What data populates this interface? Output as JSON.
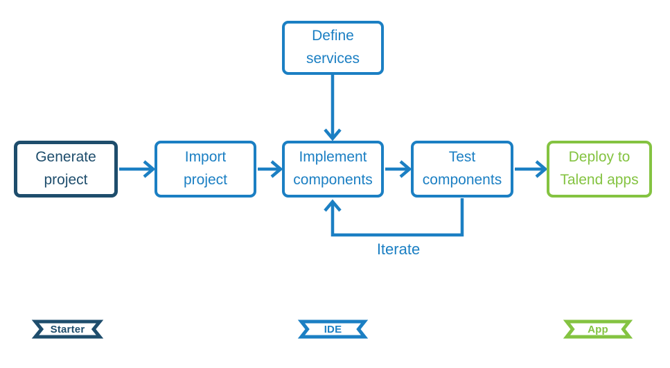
{
  "colors": {
    "blue": "#1b7fc3",
    "dark": "#1e4d6c",
    "green": "#84c341",
    "background": "#ffffff"
  },
  "flowchart": {
    "boxes": [
      {
        "id": "define-services",
        "label": "Define\nservices",
        "color": "blue"
      },
      {
        "id": "generate-project",
        "label": "Generate\nproject",
        "color": "dark"
      },
      {
        "id": "import-project",
        "label": "Import\nproject",
        "color": "blue"
      },
      {
        "id": "implement-components",
        "label": "Implement\ncomponents",
        "color": "blue"
      },
      {
        "id": "test-components",
        "label": "Test\ncomponents",
        "color": "blue"
      },
      {
        "id": "deploy-talend-apps",
        "label": "Deploy to\nTalend apps",
        "color": "green"
      }
    ],
    "loop_label": "Iterate"
  },
  "banners": [
    {
      "id": "starter",
      "label": "Starter",
      "color": "dark"
    },
    {
      "id": "ide",
      "label": "IDE",
      "color": "blue"
    },
    {
      "id": "app",
      "label": "App",
      "color": "green"
    }
  ]
}
